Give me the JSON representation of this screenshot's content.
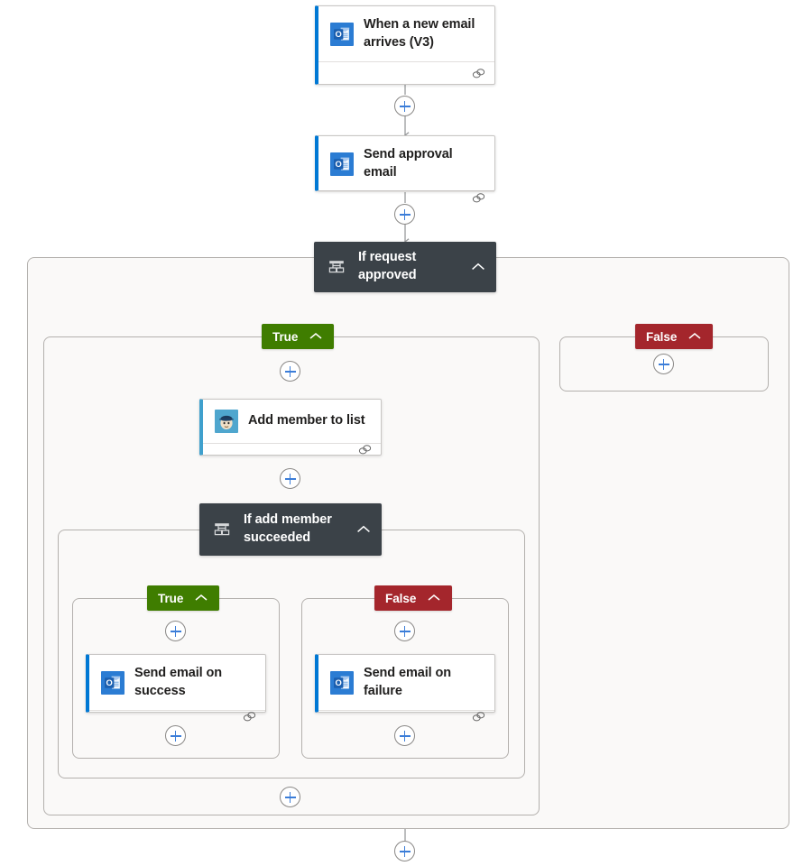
{
  "flow": {
    "app": "Power Automate flow designer",
    "theme": {
      "accent_blue": "#0078d4",
      "plus_blue": "#3b7dd8",
      "condition_dark": "#3b4248",
      "true_green": "#3f7d00",
      "false_red": "#a4262c",
      "canvas_bg": "#ffffff",
      "scope_bg": "#faf9f8",
      "scope_border": "#b3b0ad",
      "card_border": "#c8c6c4",
      "connector": "#97999b"
    },
    "nodes": [
      {
        "id": "trigger",
        "type": "action",
        "title": "When a new email arrives (V3)",
        "icon": "outlook-icon",
        "connector": "Office 365 Outlook",
        "footer_icon": "link-icon"
      },
      {
        "id": "send-approval-email",
        "type": "action",
        "title": "Send approval email",
        "icon": "outlook-icon",
        "connector": "Office 365 Outlook",
        "footer_icon": "link-icon"
      },
      {
        "id": "if-request-approved",
        "type": "condition",
        "title": "If request approved",
        "icon": "condition-icon",
        "collapse_icon": "chevron-up-icon"
      },
      {
        "id": "add-member-to-list",
        "type": "action",
        "title": "Add member to list",
        "icon": "mailchimp-icon",
        "connector": "Mailchimp",
        "footer_icon": "link-icon"
      },
      {
        "id": "if-add-member-succeeded",
        "type": "condition",
        "title": "If add member succeeded",
        "icon": "condition-icon",
        "collapse_icon": "chevron-up-icon"
      },
      {
        "id": "send-email-on-success",
        "type": "action",
        "title": "Send email on success",
        "icon": "outlook-icon",
        "connector": "Office 365 Outlook",
        "footer_icon": "link-icon"
      },
      {
        "id": "send-email-on-failure",
        "type": "action",
        "title": "Send email on failure",
        "icon": "outlook-icon",
        "connector": "Office 365 Outlook",
        "footer_icon": "link-icon"
      }
    ],
    "branches": [
      {
        "id": "outer-true",
        "label": "True",
        "style": "true",
        "collapse_icon": "chevron-up-icon"
      },
      {
        "id": "outer-false",
        "label": "False",
        "style": "false",
        "collapse_icon": "chevron-up-icon"
      },
      {
        "id": "inner-true",
        "label": "True",
        "style": "true",
        "collapse_icon": "chevron-up-icon"
      },
      {
        "id": "inner-false",
        "label": "False",
        "style": "false",
        "collapse_icon": "chevron-up-icon"
      }
    ],
    "add_buttons": [
      {
        "id": "add-after-trigger"
      },
      {
        "id": "add-after-send-approval-email"
      },
      {
        "id": "add-in-outer-true-top"
      },
      {
        "id": "add-in-outer-false"
      },
      {
        "id": "add-after-add-member"
      },
      {
        "id": "add-in-inner-true-top"
      },
      {
        "id": "add-in-inner-false-top"
      },
      {
        "id": "add-after-send-email-on-success"
      },
      {
        "id": "add-after-send-email-on-failure"
      },
      {
        "id": "add-after-inner-condition"
      },
      {
        "id": "add-after-outer-condition"
      }
    ],
    "labels": {
      "plus_tooltip": "Insert a new step",
      "link_tooltip": "Connection"
    }
  }
}
